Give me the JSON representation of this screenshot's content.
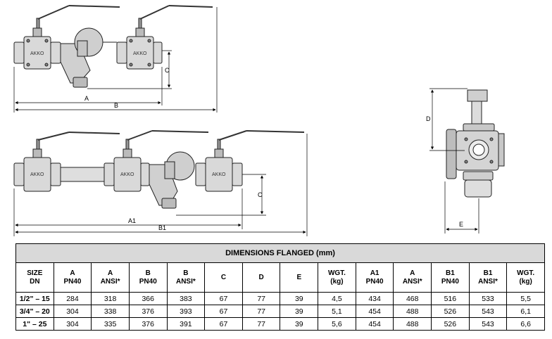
{
  "table": {
    "title": "DIMENSIONS FLANGED (mm)",
    "headers": [
      {
        "l1": "SIZE",
        "l2": "DN"
      },
      {
        "l1": "A",
        "l2": "PN40"
      },
      {
        "l1": "A",
        "l2": "ANSI*"
      },
      {
        "l1": "B",
        "l2": "PN40"
      },
      {
        "l1": "B",
        "l2": "ANSI*"
      },
      {
        "l1": "C",
        "l2": ""
      },
      {
        "l1": "D",
        "l2": ""
      },
      {
        "l1": "E",
        "l2": ""
      },
      {
        "l1": "WGT.",
        "l2": "(kg)"
      },
      {
        "l1": "A1",
        "l2": "PN40"
      },
      {
        "l1": "A",
        "l2": "ANSI*"
      },
      {
        "l1": "B1",
        "l2": "PN40"
      },
      {
        "l1": "B1",
        "l2": "ANSI*"
      },
      {
        "l1": "WGT.",
        "l2": "(kg)"
      }
    ],
    "rows": [
      [
        "1/2\" – 15",
        "284",
        "318",
        "366",
        "383",
        "67",
        "77",
        "39",
        "4,5",
        "434",
        "468",
        "516",
        "533",
        "5,5"
      ],
      [
        "3/4\" – 20",
        "304",
        "338",
        "376",
        "393",
        "67",
        "77",
        "39",
        "5,1",
        "454",
        "488",
        "526",
        "543",
        "6,1"
      ],
      [
        "1\" – 25",
        "304",
        "335",
        "376",
        "391",
        "67",
        "77",
        "39",
        "5,6",
        "454",
        "488",
        "526",
        "543",
        "6,6"
      ]
    ]
  },
  "drawing": {
    "top_labels": {
      "a": "A",
      "b": "B",
      "c": "C"
    },
    "bottom_labels": {
      "a1": "A1",
      "b1": "B1",
      "c": "C"
    },
    "side_labels": {
      "d": "D",
      "e": "E"
    },
    "valve_marking": "AKKO"
  }
}
